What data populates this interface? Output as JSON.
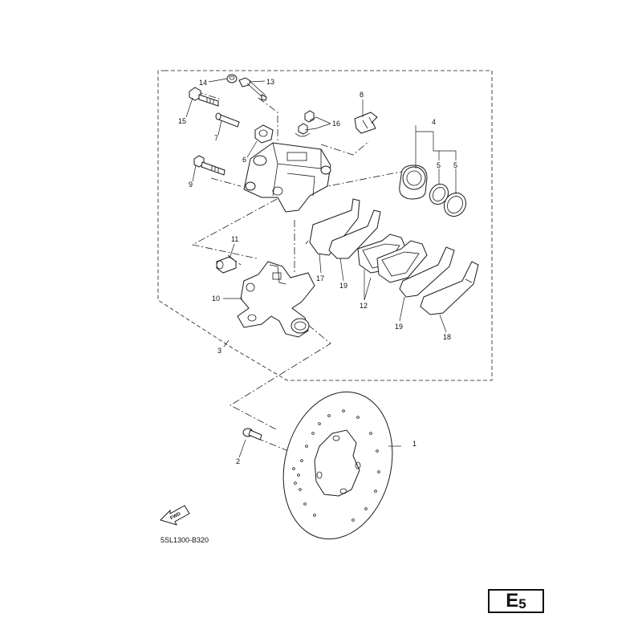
{
  "callouts": {
    "p1": "1",
    "p2": "2",
    "p3": "3",
    "p4": "4",
    "p5a": "5",
    "p5b": "5",
    "p6": "6",
    "p7": "7",
    "p8": "8",
    "p9": "9",
    "p10": "10",
    "p11": "11",
    "p12": "12",
    "p13": "13",
    "p14": "14",
    "p15": "15",
    "p16": "16",
    "p17": "17",
    "p18": "18",
    "p19a": "19",
    "p19b": "19"
  },
  "direction_arrow": {
    "label": "FWD",
    "icon": "fwd-arrow-icon"
  },
  "diagram_code": "5SL1300-B320",
  "page_badge": {
    "letter": "E",
    "number": "5"
  }
}
